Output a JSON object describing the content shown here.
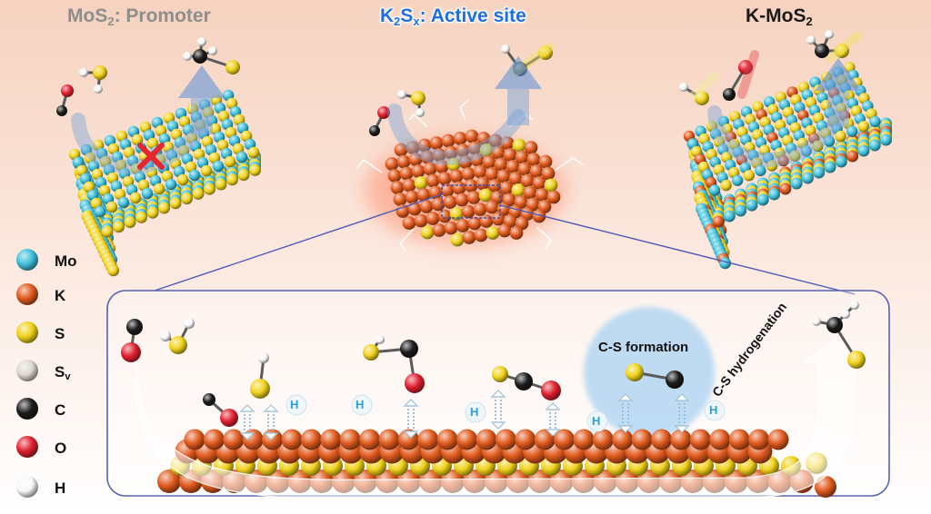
{
  "titles": {
    "left": {
      "main": "MoS",
      "sub": "2",
      "rest": ": Promoter"
    },
    "middle": {
      "a": "K",
      "a_sub": "2",
      "b": "S",
      "b_sub": "x",
      "rest": ": Active site"
    },
    "right": {
      "main": "K-MoS",
      "sub": "2"
    }
  },
  "legend": [
    {
      "symbol": "Mo",
      "color": "#3fc0dc"
    },
    {
      "symbol": "K",
      "color": "#e05a1e"
    },
    {
      "symbol": "S",
      "color": "#f0d21c"
    },
    {
      "symbol": "S",
      "sub": "v",
      "color": "#ddd8cf"
    },
    {
      "symbol": "C",
      "color": "#1c1c1c"
    },
    {
      "symbol": "O",
      "color": "#e0202e"
    },
    {
      "symbol": "H",
      "color": "#f7f7f7"
    }
  ],
  "labels": {
    "cs_formation": "C-S formation",
    "cs_hydrogenation": "C-S hydrogenation",
    "hydrogen": "H"
  },
  "icons": {
    "arrow": "up-arrow-icon",
    "cross": "red-x-icon",
    "double_arrow": "double-arrow-icon"
  }
}
